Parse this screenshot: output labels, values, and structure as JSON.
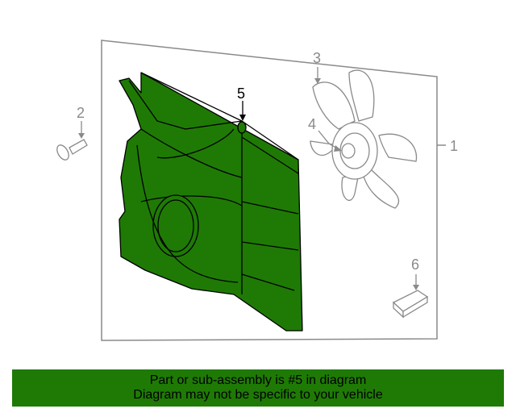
{
  "diagram": {
    "callouts": {
      "assembly": "1",
      "bolt": "2",
      "fan_blade": "3",
      "fan_nut": "4",
      "shroud": "5",
      "clip": "6"
    },
    "colors": {
      "highlight": "#1f7a05",
      "outline": "#8a8a8a",
      "ink": "#000000"
    }
  },
  "banner": {
    "line1": "Part or sub-assembly is #5 in diagram",
    "line2": "Diagram may not be specific to your vehicle"
  }
}
